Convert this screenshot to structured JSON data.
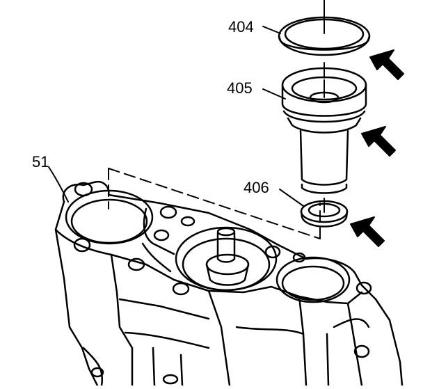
{
  "callouts": {
    "ring_404": "404",
    "body_405": "405",
    "seal_406": "406",
    "housing_51": "51"
  },
  "colors": {
    "ink": "#000000",
    "paper": "#ffffff"
  },
  "icons": [
    "arrow-icon"
  ]
}
